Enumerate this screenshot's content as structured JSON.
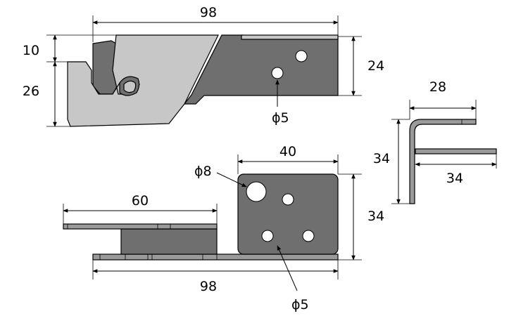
{
  "top_view": {
    "width_label": "98",
    "height_upper_label": "10",
    "height_lower_label": "26",
    "right_height_label": "24",
    "hole_label": "ϕ5"
  },
  "front_view": {
    "plate_width_label": "40",
    "plate_height_label": "34",
    "left_length_label": "60",
    "total_length_label": "98",
    "large_hole_label": "ϕ8",
    "small_hole_label": "ϕ5"
  },
  "side_view": {
    "top_label": "28",
    "height_label": "34",
    "bottom_label": "34"
  },
  "colors": {
    "dark_part": "#6f6f6f",
    "light_part": "#c7c7c7",
    "plate": "#9a9a9a"
  }
}
